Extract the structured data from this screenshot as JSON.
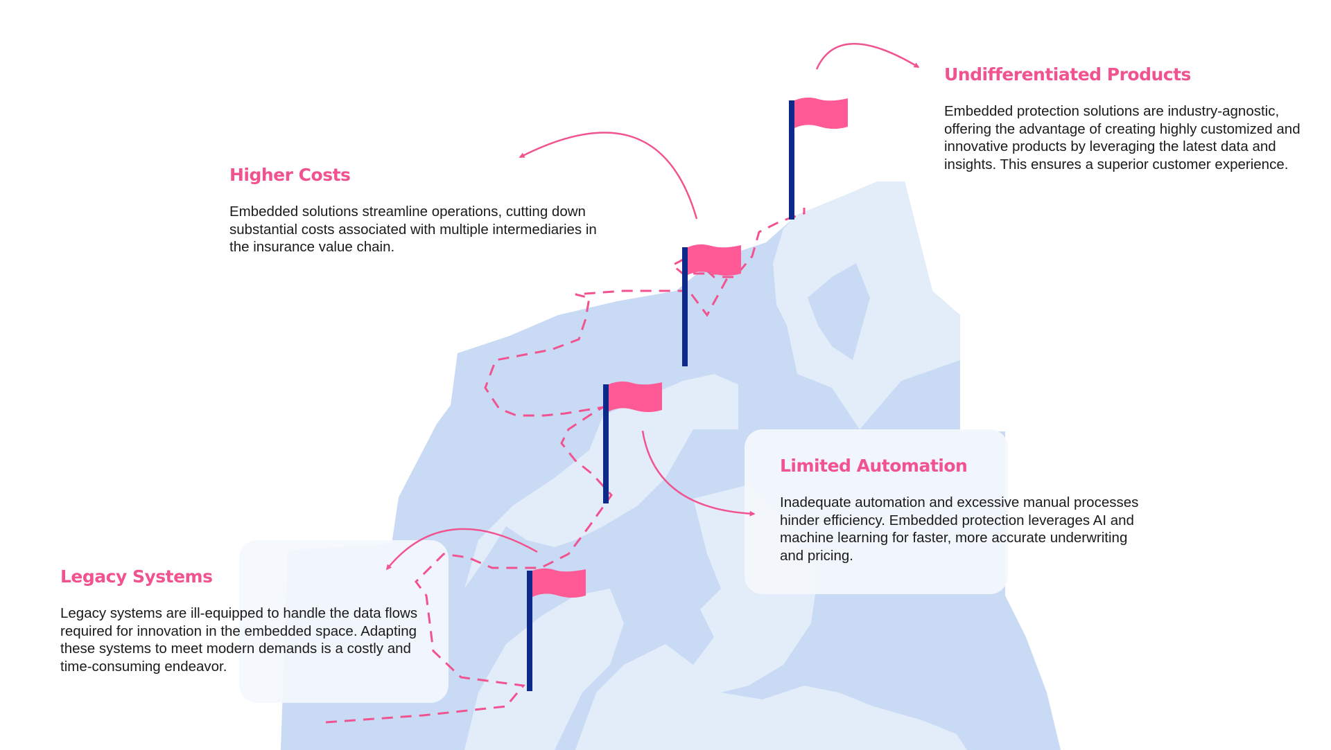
{
  "colors": {
    "accent": "#f0538f",
    "flag": "#ff5a96",
    "pole": "#0d2a8a",
    "mountain_dark": "#c9daf4",
    "mountain_light": "#e3ecf9",
    "panel": "#f4f7fc"
  },
  "icons": [
    "flag-icon",
    "arrow-icon"
  ],
  "stages": [
    {
      "title": "Undifferentiated Products",
      "body": "Embedded protection solutions are industry-agnostic, offering the advantage of creating highly customized and innovative products by leveraging the latest data and insights. This ensures a superior customer experience."
    },
    {
      "title": "Higher Costs",
      "body": "Embedded solutions streamline operations, cutting down substantial costs associated with multiple intermediaries in the insurance value chain."
    },
    {
      "title": "Limited Automation",
      "body": "Inadequate automation and excessive manual processes hinder efficiency. Embedded protection leverages AI and machine learning for faster, more accurate underwriting and pricing."
    },
    {
      "title": "Legacy Systems",
      "body": "Legacy systems are ill-equipped to handle the data flows required for innovation in the embedded space. Adapting these systems to meet modern demands is a costly and time-consuming endeavor."
    }
  ]
}
